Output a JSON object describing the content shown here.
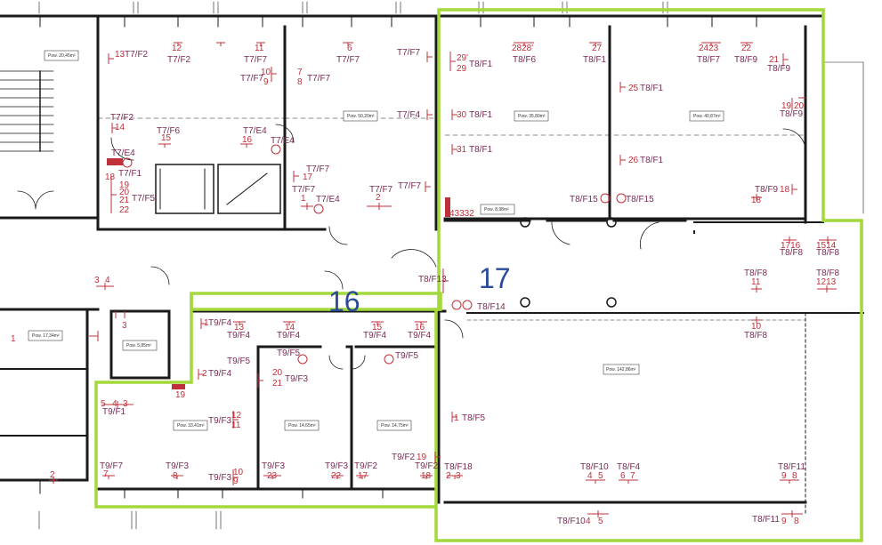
{
  "zones": {
    "z17": "17",
    "z16": "16"
  },
  "room_areas": [
    {
      "id": "r1",
      "text": "Pow. 20,45m²"
    },
    {
      "id": "r2",
      "text": "Pow. 50,20m²"
    },
    {
      "id": "r3",
      "text": "Pow. 35,80m²"
    },
    {
      "id": "r4",
      "text": "Pow. 40,87m²"
    },
    {
      "id": "r5",
      "text": "Pow. 8,98m²"
    },
    {
      "id": "r6",
      "text": "Pow. 17,34m²"
    },
    {
      "id": "r7",
      "text": "Pow. 5,85m²"
    },
    {
      "id": "r8",
      "text": "Pow. 33,41m²"
    },
    {
      "id": "r9",
      "text": "Pow. 14,65m²"
    },
    {
      "id": "r10",
      "text": "Pow. 14,75m²"
    },
    {
      "id": "r11",
      "text": "Pow. 142,86m²"
    }
  ],
  "device_labels": [
    "T7/F2",
    "T7/F2",
    "T7/F7",
    "T7/F7",
    "T7/F7",
    "T7/F7",
    "T7/F7",
    "T7/F2",
    "T7/F6",
    "T7/E4",
    "T7/E4",
    "T7/E4",
    "T7/F7",
    "T7/F7",
    "T7/E4",
    "T7/F7",
    "T7/F7",
    "T7/F4",
    "T7/F5",
    "T7/F1",
    "T8/F1",
    "T8/F6",
    "T8/F1",
    "T8/F7",
    "T8/F9",
    "T8/F9",
    "T8/F9",
    "T8/F1",
    "T8/F1",
    "T8/F1",
    "T8/F1",
    "T8/F15",
    "T8/F15",
    "T8/F9",
    "T8/F8",
    "T8/F8",
    "T8/F8",
    "T8/F8",
    "T8/F13",
    "T8/F14",
    "T8/F5",
    "T8/F18",
    "T8/F10",
    "T8/F4",
    "T8/F11",
    "T8/F10",
    "T8/F11",
    "T9/F4",
    "T9/F4",
    "T9/F4",
    "T9/F4",
    "T9/F4",
    "T9/F5",
    "T9/F5",
    "T9/F4",
    "T9/F1",
    "T9/F3",
    "T9/F3",
    "T9/F7",
    "T9/F3",
    "T9/F3",
    "T9/F3",
    "T9/F2",
    "T9/F2",
    "T9/F2",
    "T9/F3"
  ],
  "colors": {
    "walls": "#1a1a1a",
    "zone_outline": "#a3d93a",
    "device_num": "#c0303a",
    "device_label": "#7a2a55",
    "zone_text": "#2b4a9a"
  }
}
